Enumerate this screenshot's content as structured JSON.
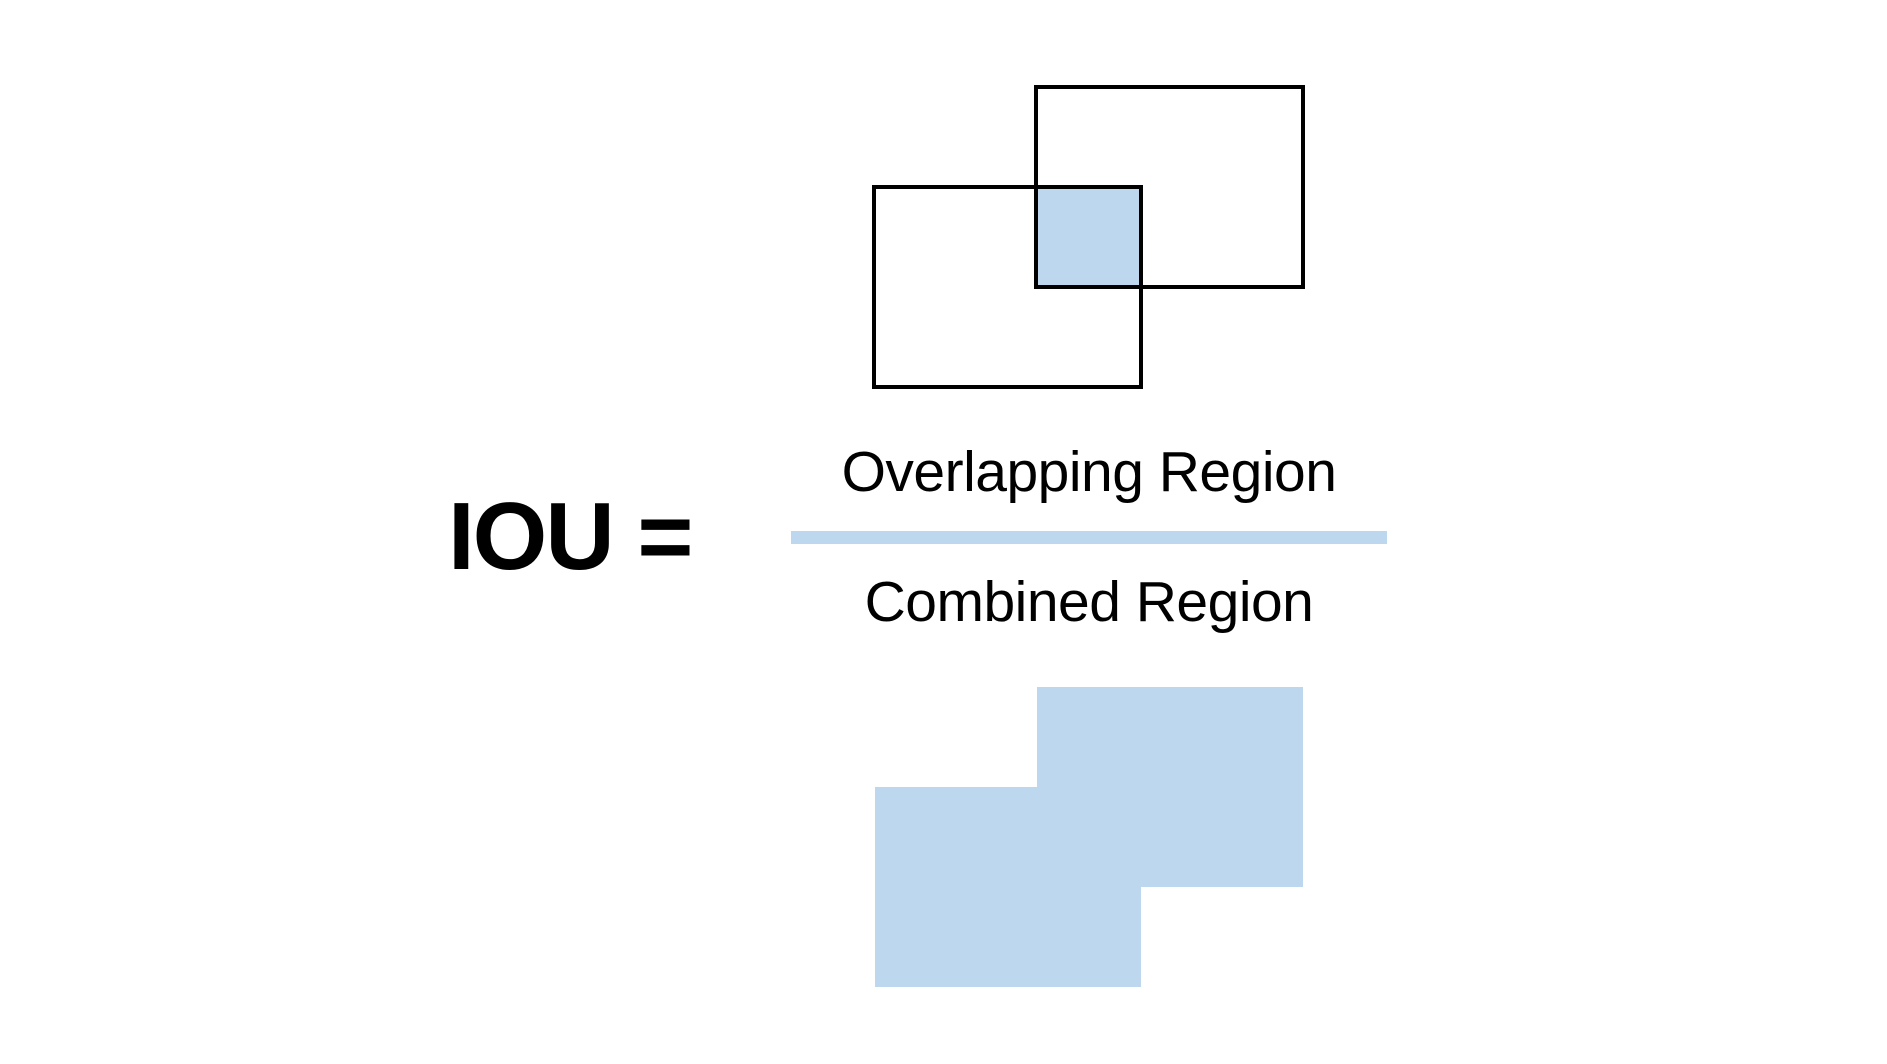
{
  "formula": {
    "lhs": "IOU =",
    "numerator": "Overlapping Region",
    "denominator": "Combined Region"
  },
  "colors": {
    "region_fill": "#BDD7EE",
    "fraction_bar": "#BDD7EE",
    "box_outline": "#000000",
    "text": "#000000",
    "background": "#FFFFFF"
  },
  "figures": {
    "intersection": "two-overlapping-bounding-boxes-with-shaded-intersection",
    "union": "combined-region-union-silhouette"
  }
}
